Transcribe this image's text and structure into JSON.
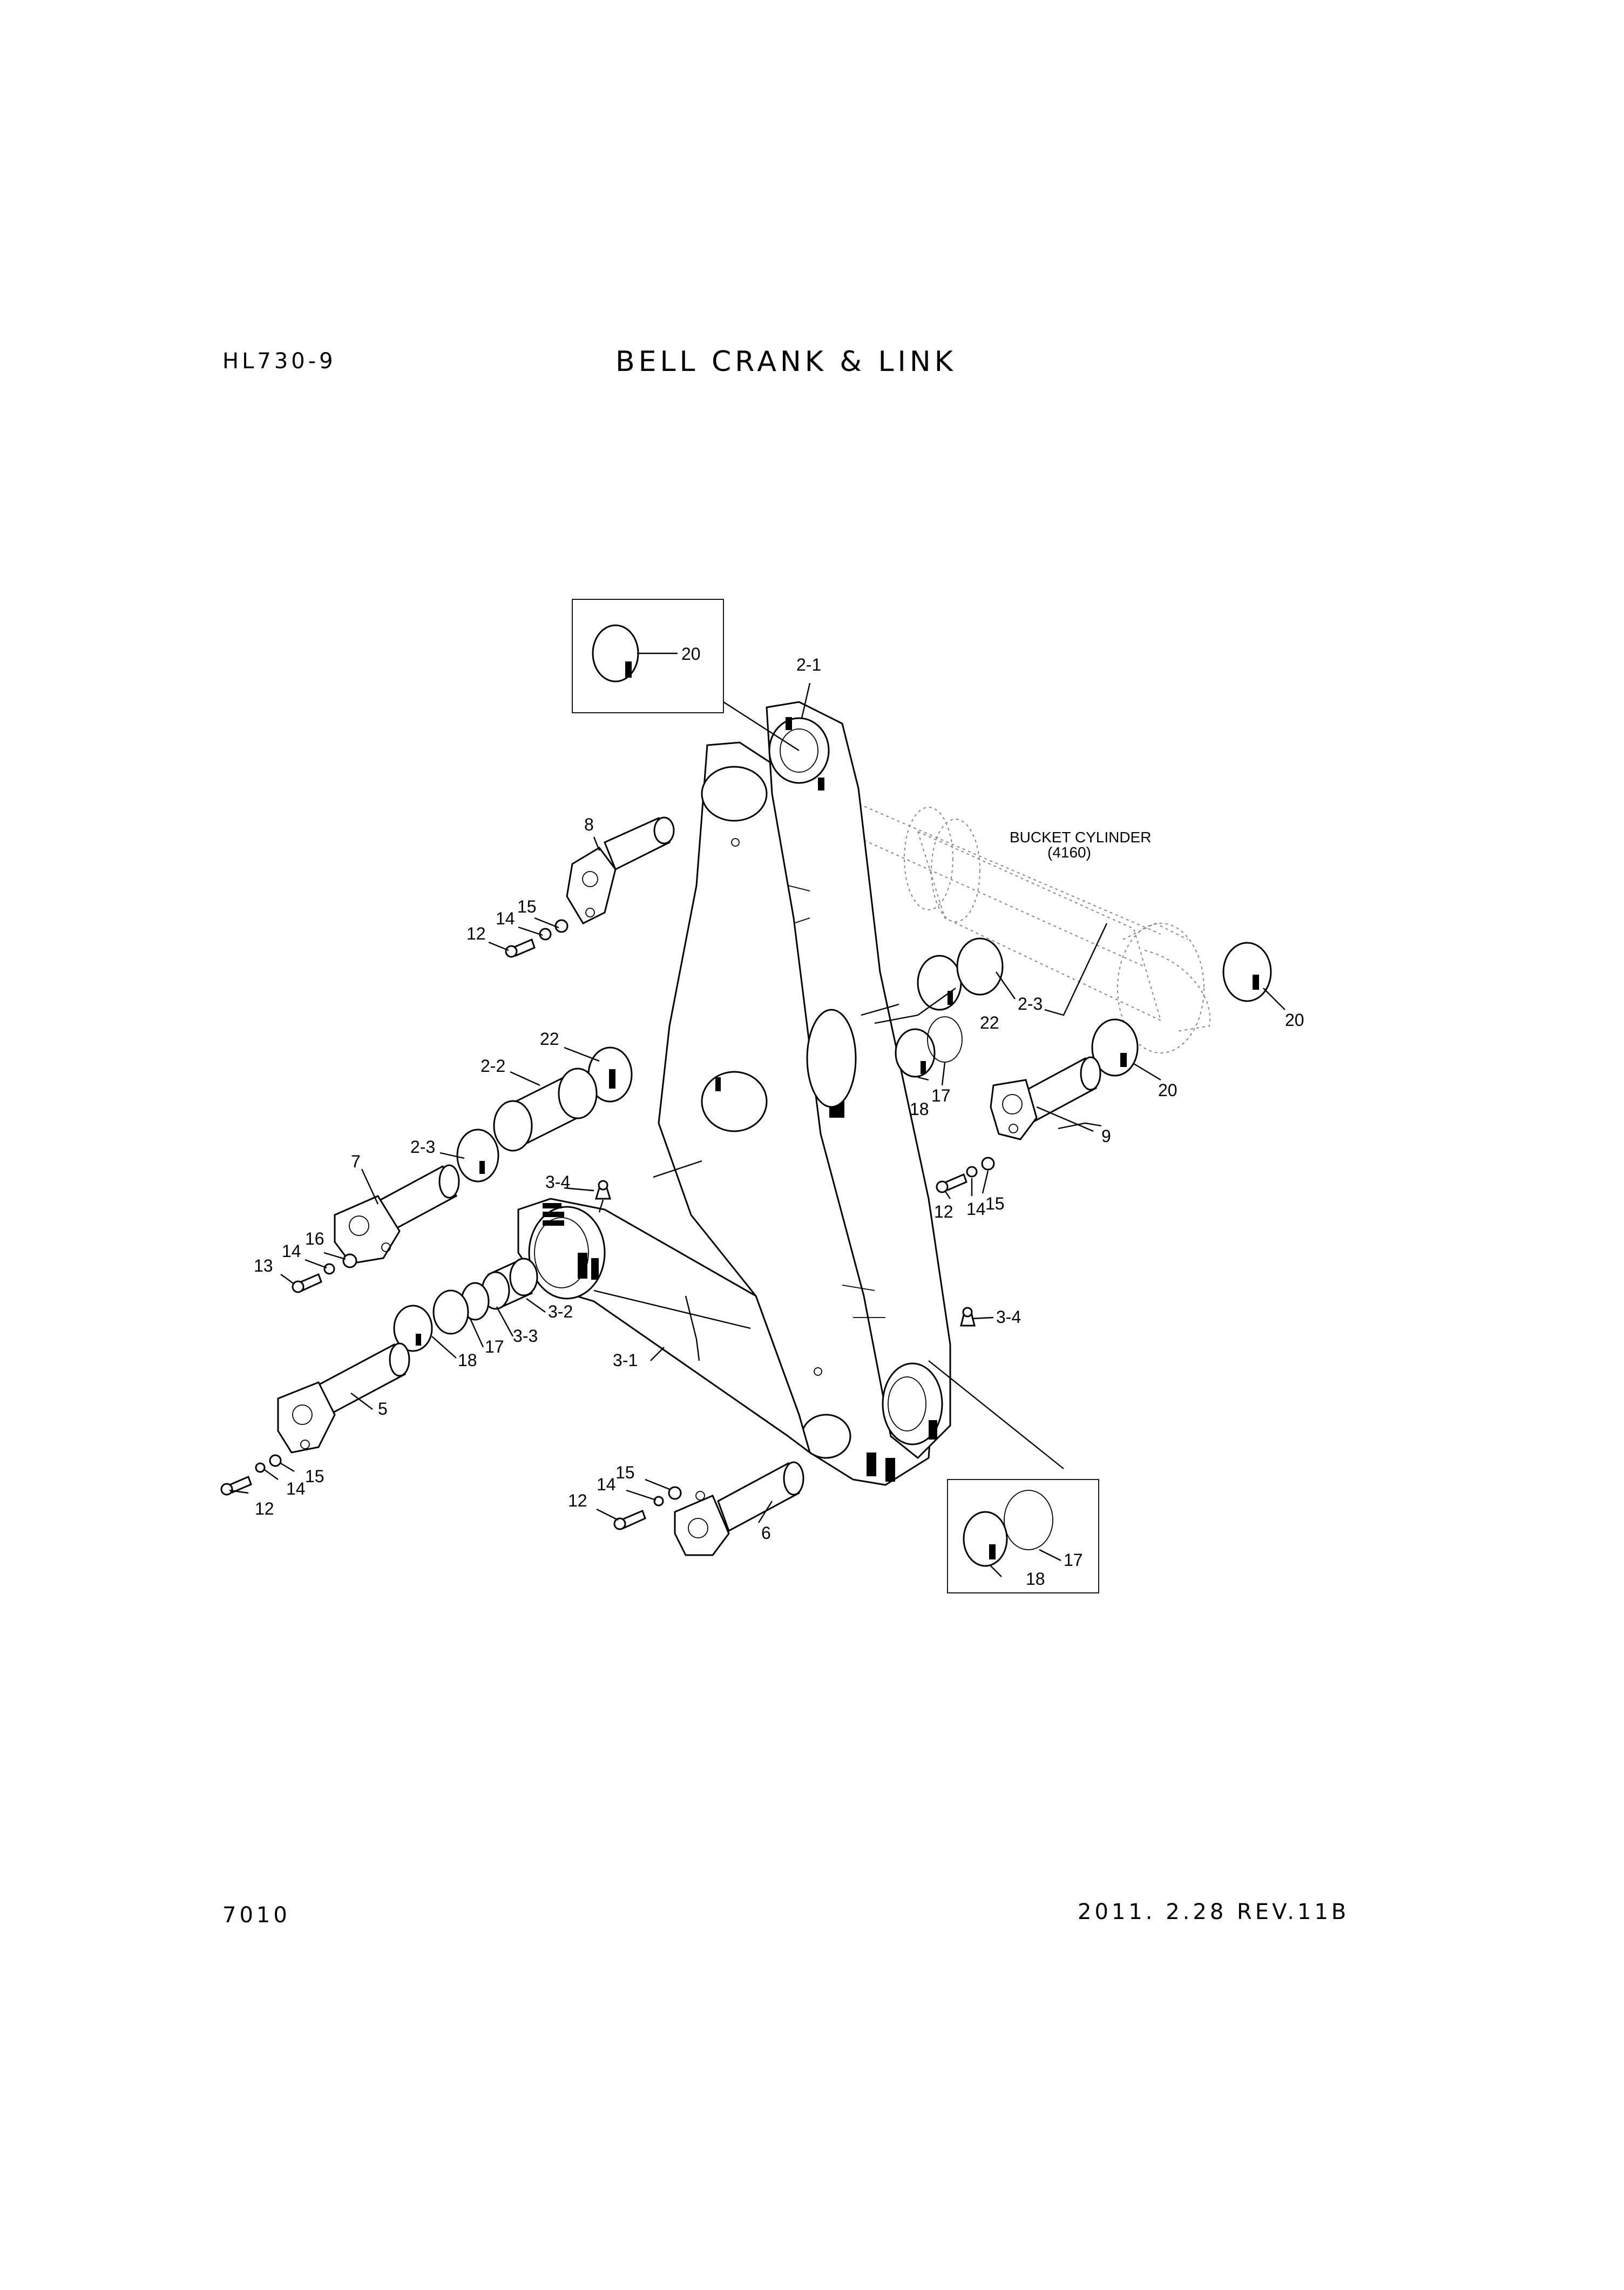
{
  "header": {
    "model": "HL730-9",
    "title": "BELL CRANK & LINK"
  },
  "footer": {
    "page_number": "7010",
    "revision": "2011. 2.28  REV.11B"
  },
  "diagram": {
    "reference_label": "BUCKET CYLINDER",
    "reference_code": "(4160)",
    "callouts": {
      "c_20_inset": "20",
      "c_2_1": "2-1",
      "c_8": "8",
      "c_15_a": "15",
      "c_14_a": "14",
      "c_12_a": "12",
      "c_22_left": "22",
      "c_2_2": "2-2",
      "c_2_3_left": "2-3",
      "c_7": "7",
      "c_16": "16",
      "c_14_b": "14",
      "c_13": "13",
      "c_3_4_top": "3-4",
      "c_3_2": "3-2",
      "c_3_3": "3-3",
      "c_17_left": "17",
      "c_18_left": "18",
      "c_3_1": "3-1",
      "c_5": "5",
      "c_15_b": "15",
      "c_14_c": "14",
      "c_12_b": "12",
      "c_15_c": "15",
      "c_14_d": "14",
      "c_12_c": "12",
      "c_6": "6",
      "c_22_right": "22",
      "c_2_3_right": "2-3",
      "c_17_right": "17",
      "c_18_right": "18",
      "c_20_right_a": "20",
      "c_20_right_b": "20",
      "c_9": "9",
      "c_12_d": "12",
      "c_14_e": "14",
      "c_15_d": "15",
      "c_3_4_right": "3-4",
      "c_17_inset": "17",
      "c_18_inset": "18"
    }
  }
}
